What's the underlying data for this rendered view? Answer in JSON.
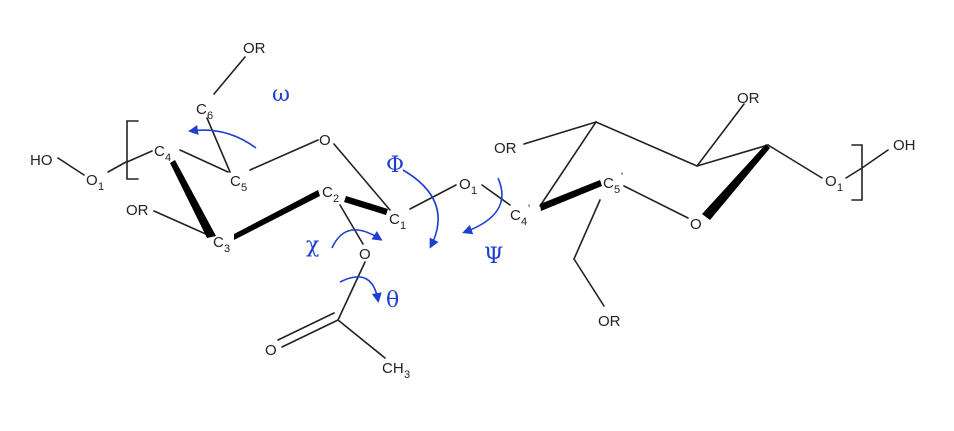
{
  "colors": {
    "structure": "#222222",
    "torsion_arrows": "#1f3fcf",
    "background": "#ffffff"
  },
  "labels": {
    "ho_left": "HO",
    "o1_left": "O",
    "o1_left_sub": "1",
    "or_c6": "OR",
    "c6": "C",
    "c6_sub": "6",
    "c4": "C",
    "c4_sub": "4",
    "c5": "C",
    "c5_sub": "5",
    "ring_o_left": "O",
    "or_c3": "OR",
    "c3": "C",
    "c3_sub": "3",
    "c2": "C",
    "c2_sub": "2",
    "c1": "C",
    "c1_sub": "1",
    "o_acetyl": "O",
    "o_carbonyl": "O",
    "ch3": "CH",
    "ch3_sub": "3",
    "o1_glyco": "O",
    "o1_glyco_sub": "1",
    "or_upper_right": "OR",
    "c4p": "C",
    "c4p_sub": "4",
    "c5p": "C",
    "c5p_sub": "5",
    "ring_o_right": "O",
    "or_top_right": "OR",
    "o1_right": "O",
    "o1_right_sub": "1",
    "oh_right": "OH",
    "or_bottom": "OR"
  },
  "torsions": {
    "omega": "ω",
    "phi": "Φ",
    "psi": "Ψ",
    "chi": "χ",
    "theta": "θ"
  }
}
